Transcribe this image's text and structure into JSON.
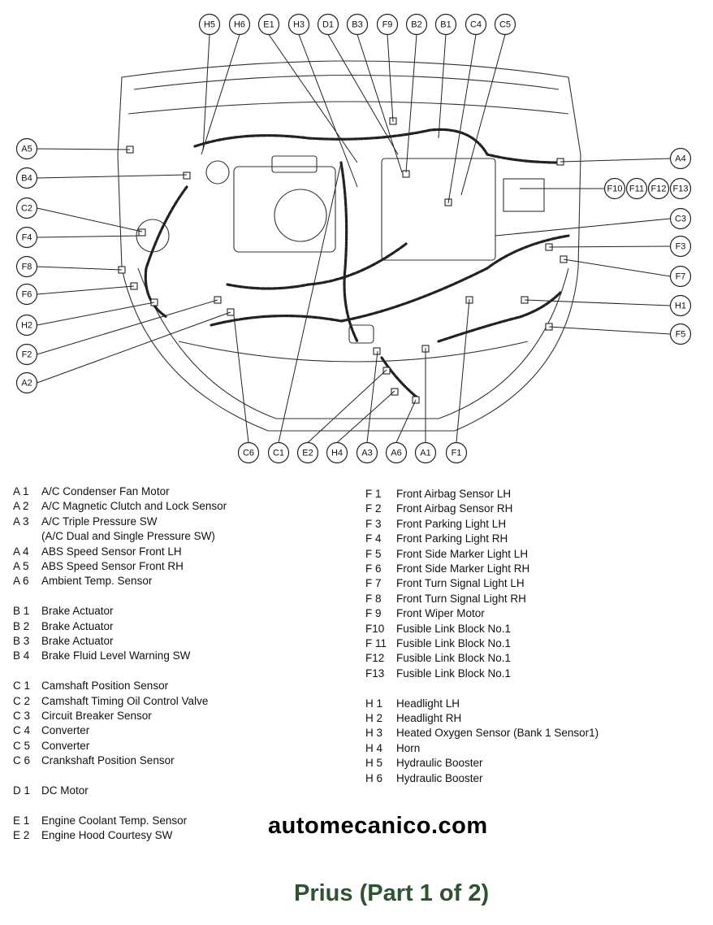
{
  "callouts": {
    "top": [
      "H5",
      "H6",
      "E1",
      "H3",
      "D1",
      "B3",
      "F9",
      "B2",
      "B1",
      "C4",
      "C5"
    ],
    "left": [
      "A5",
      "B4",
      "C2",
      "F4",
      "F8",
      "F6",
      "H2",
      "F2",
      "A2"
    ],
    "right": [
      "A4",
      "F10",
      "F11",
      "F12",
      "F13",
      "C3",
      "F3",
      "F7",
      "H1",
      "F5"
    ],
    "bottom": [
      "C6",
      "C1",
      "E2",
      "H4",
      "A3",
      "A6",
      "A1",
      "F1"
    ]
  },
  "legend_left": [
    {
      "code": "A 1",
      "label": "A/C Condenser Fan Motor"
    },
    {
      "code": "A 2",
      "label": "A/C Magnetic Clutch and Lock Sensor"
    },
    {
      "code": "A 3",
      "label": "A/C Triple Pressure SW"
    },
    {
      "code": "",
      "label": "(A/C Dual and Single Pressure SW)"
    },
    {
      "code": "A 4",
      "label": "ABS Speed Sensor Front LH"
    },
    {
      "code": "A 5",
      "label": "ABS Speed Sensor Front RH"
    },
    {
      "code": "A 6",
      "label": "Ambient Temp. Sensor"
    },
    null,
    {
      "code": "B 1",
      "label": "Brake Actuator"
    },
    {
      "code": "B 2",
      "label": "Brake Actuator"
    },
    {
      "code": "B 3",
      "label": "Brake Actuator"
    },
    {
      "code": "B 4",
      "label": "Brake Fluid Level Warning SW"
    },
    null,
    {
      "code": "C 1",
      "label": "Camshaft Position Sensor"
    },
    {
      "code": "C 2",
      "label": "Camshaft Timing Oil Control Valve"
    },
    {
      "code": "C 3",
      "label": "Circuit Breaker Sensor"
    },
    {
      "code": "C 4",
      "label": "Converter"
    },
    {
      "code": "C 5",
      "label": "Converter"
    },
    {
      "code": "C 6",
      "label": "Crankshaft Position Sensor"
    },
    null,
    {
      "code": "D 1",
      "label": "DC Motor"
    },
    null,
    {
      "code": "E 1",
      "label": "Engine Coolant Temp. Sensor"
    },
    {
      "code": "E 2",
      "label": "Engine Hood Courtesy SW"
    }
  ],
  "legend_right": [
    {
      "code": "F 1",
      "label": "Front Airbag Sensor LH"
    },
    {
      "code": "F 2",
      "label": "Front Airbag Sensor RH"
    },
    {
      "code": "F 3",
      "label": "Front Parking Light LH"
    },
    {
      "code": "F 4",
      "label": "Front Parking Light RH"
    },
    {
      "code": "F 5",
      "label": "Front Side Marker Light LH"
    },
    {
      "code": "F 6",
      "label": "Front Side Marker Light RH"
    },
    {
      "code": "F 7",
      "label": "Front Turn Signal Light LH"
    },
    {
      "code": "F 8",
      "label": "Front Turn Signal Light RH"
    },
    {
      "code": "F 9",
      "label": "Front Wiper Motor"
    },
    {
      "code": "F10",
      "label": "Fusible Link Block No.1"
    },
    {
      "code": "F 11",
      "label": "Fusible Link Block No.1"
    },
    {
      "code": "F12",
      "label": "Fusible Link Block No.1"
    },
    {
      "code": "F13",
      "label": "Fusible Link Block No.1"
    },
    null,
    {
      "code": "H 1",
      "label": "Headlight LH"
    },
    {
      "code": "H 2",
      "label": "Headlight RH"
    },
    {
      "code": "H 3",
      "label": "Heated Oxygen Sensor (Bank 1 Sensor1)"
    },
    {
      "code": "H 4",
      "label": "Horn"
    },
    {
      "code": "H 5",
      "label": "Hydraulic Booster"
    },
    {
      "code": "H 6",
      "label": "Hydraulic Booster"
    }
  ],
  "site": "automecanico.com",
  "title": "Prius (Part 1 of 2)"
}
